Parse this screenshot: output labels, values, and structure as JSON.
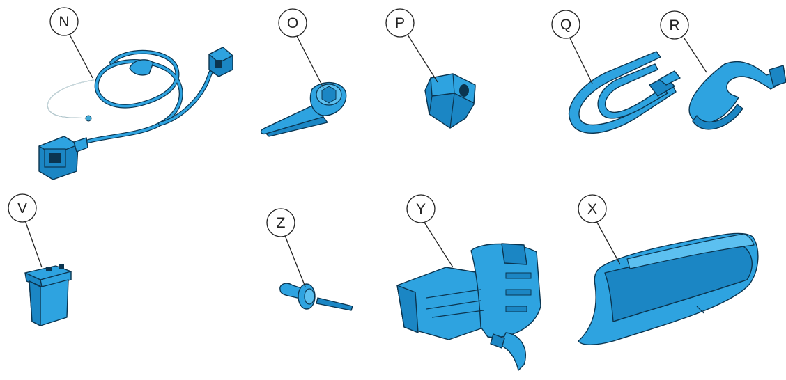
{
  "colors": {
    "part_fill": "#2ea3e0",
    "part_shadow": "#1b86c4",
    "part_outline": "#0b3550",
    "callout_stroke": "#222222",
    "background": "#ffffff"
  },
  "labels": {
    "N": "N",
    "O": "O",
    "P": "P",
    "Q": "Q",
    "R": "R",
    "V": "V",
    "Z": "Z",
    "Y": "Y",
    "X": "X"
  },
  "parts": [
    {
      "label": "N",
      "depicts": "wiring harness with connectors"
    },
    {
      "label": "O",
      "depicts": "tapered pin / bolt"
    },
    {
      "label": "P",
      "depicts": "hex nut / grommet"
    },
    {
      "label": "Q",
      "depicts": "folded cable tie"
    },
    {
      "label": "R",
      "depicts": "looped cable tie"
    },
    {
      "label": "V",
      "depicts": "blade fuse"
    },
    {
      "label": "Z",
      "depicts": "push-pin rivet"
    },
    {
      "label": "Y",
      "depicts": "mounting bracket clip"
    },
    {
      "label": "X",
      "depicts": "trim cover"
    }
  ]
}
